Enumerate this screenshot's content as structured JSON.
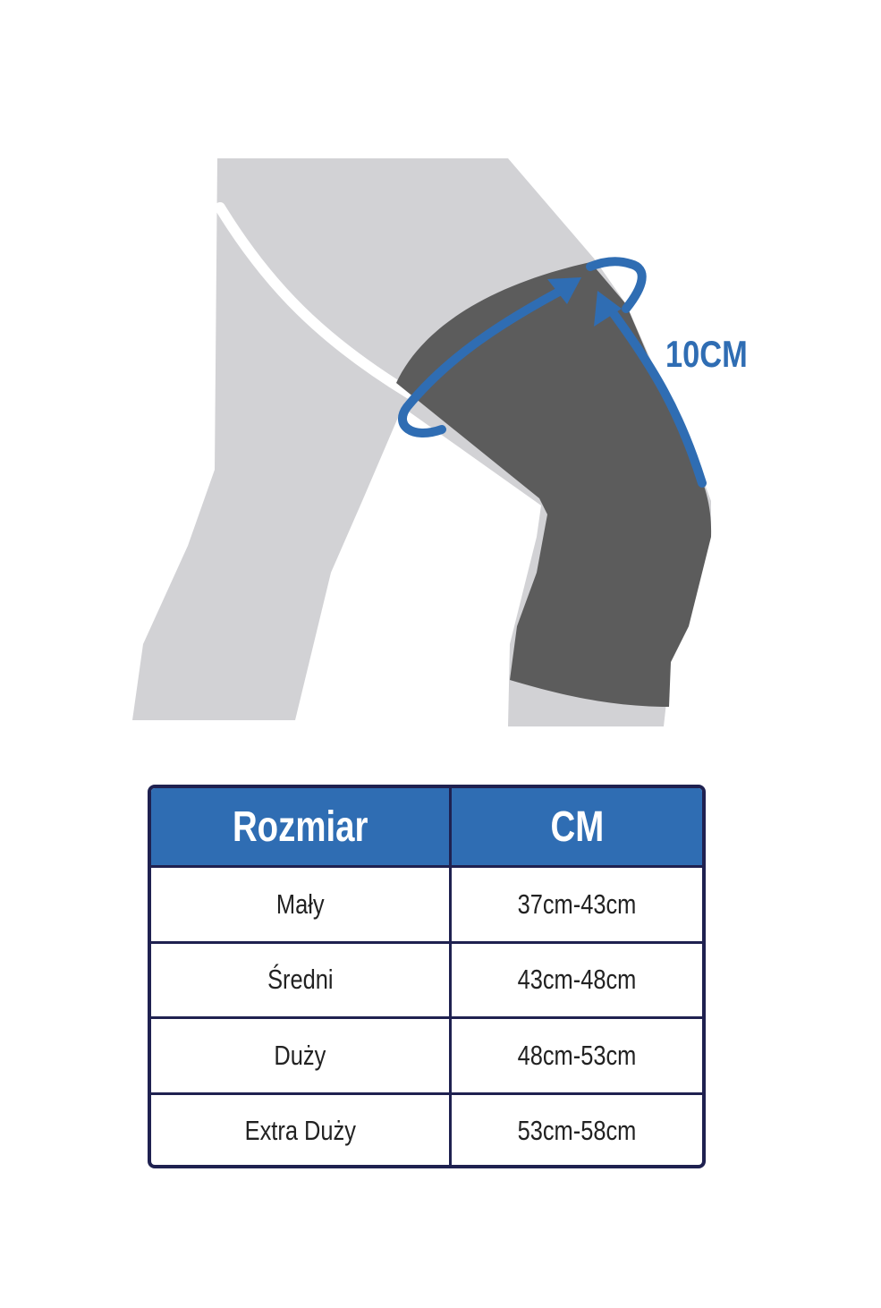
{
  "illustration": {
    "leg_color": "#d2d2d5",
    "brace_color": "#5c5c5c",
    "arrow_color": "#2f6db3",
    "measure_label": "10CM"
  },
  "table": {
    "header_color": "#2f6db3",
    "border_color": "#1f2150",
    "headers": [
      "Rozmiar",
      "CM"
    ],
    "rows": [
      [
        "Mały",
        "37cm-43cm"
      ],
      [
        "Średni",
        "43cm-48cm"
      ],
      [
        "Duży",
        "48cm-53cm"
      ],
      [
        "Extra Duży",
        "53cm-58cm"
      ]
    ]
  }
}
